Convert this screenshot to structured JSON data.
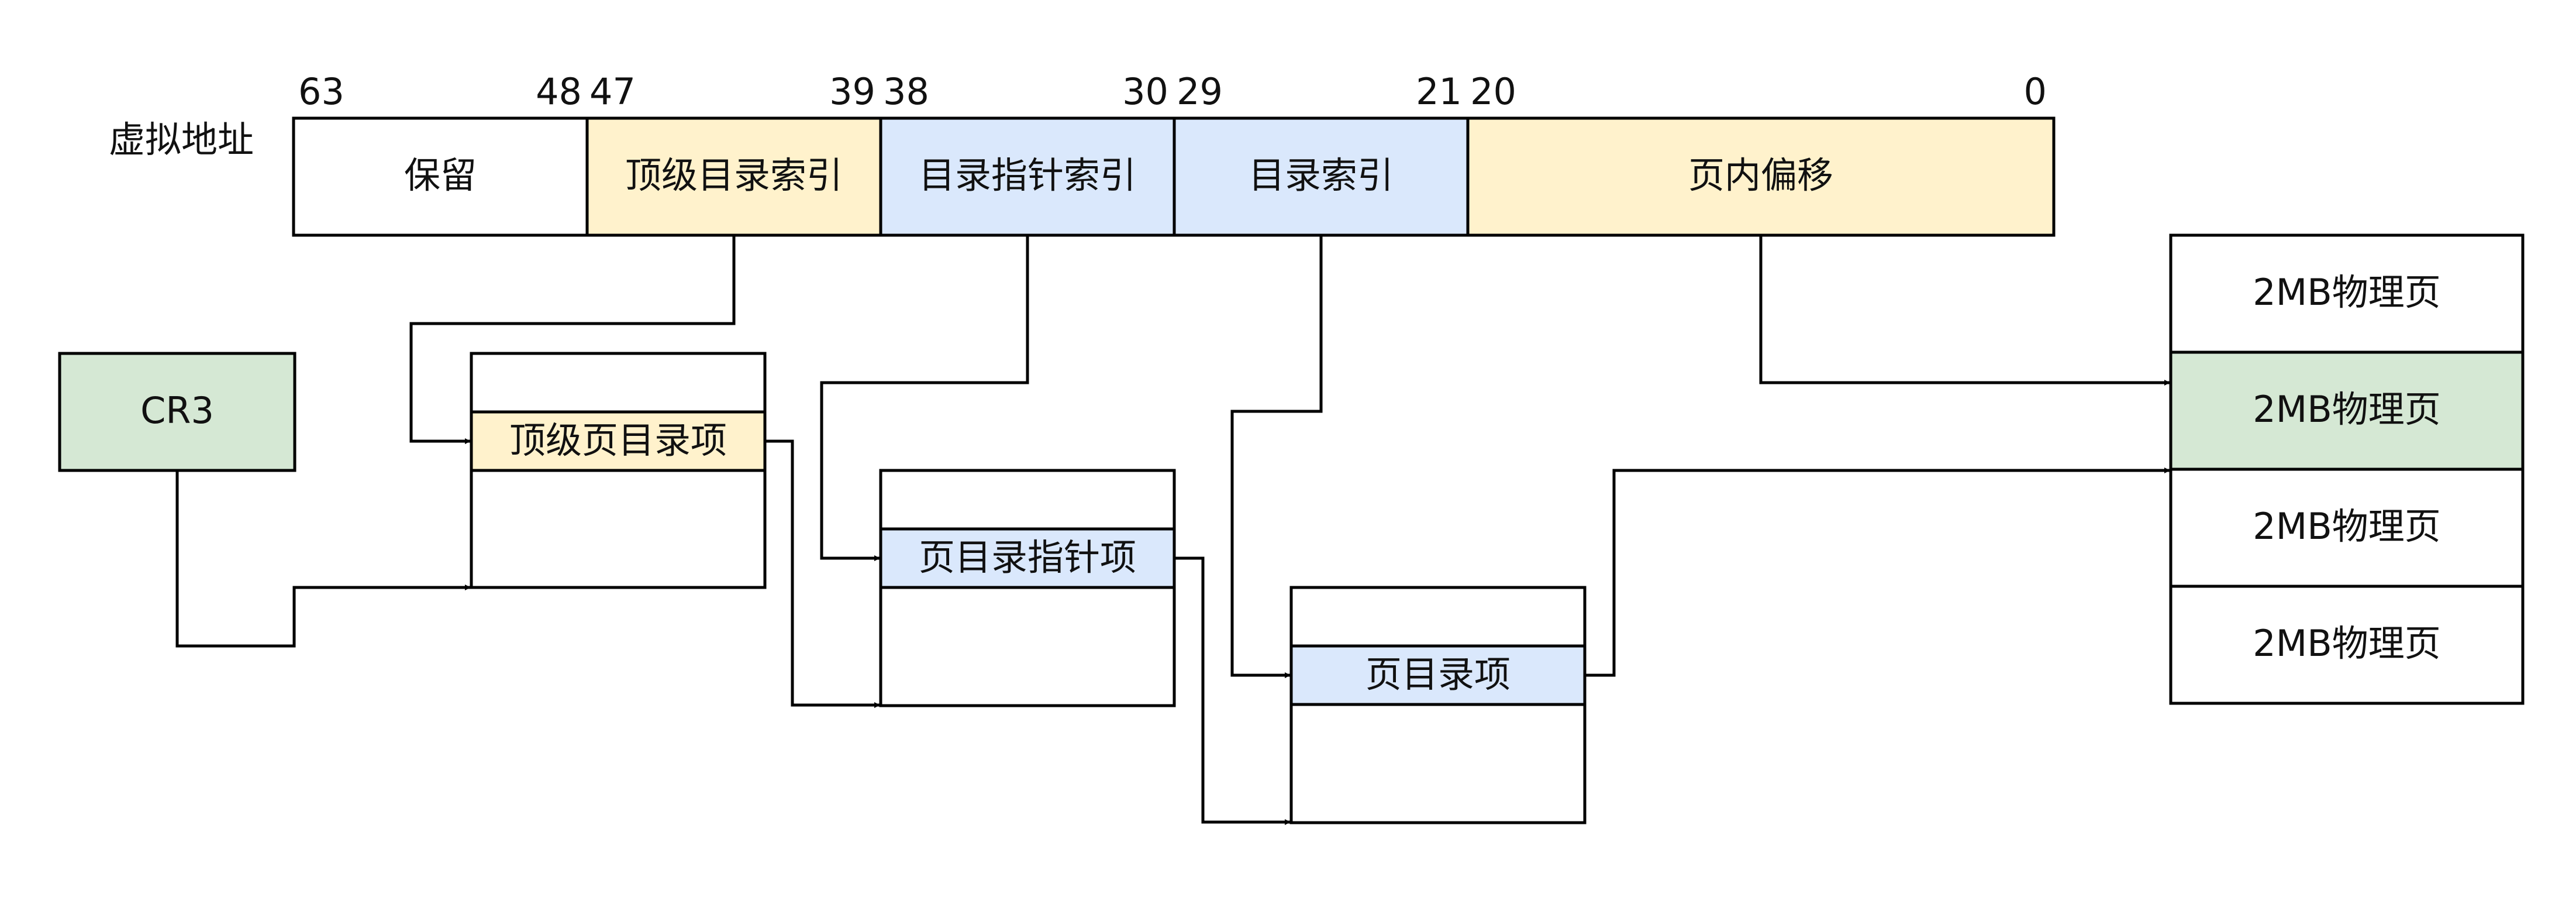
{
  "colors": {
    "white": "#ffffff",
    "yellow": "#fff2cc",
    "blue": "#dae8fc",
    "green": "#d5e8d4",
    "line": "#000000"
  },
  "virtual_address": {
    "label": "虚拟地址",
    "bits": [
      "63",
      "48",
      "47",
      "39",
      "38",
      "30",
      "29",
      "21",
      "20",
      "0"
    ],
    "fields": [
      {
        "label": "保留"
      },
      {
        "label": "顶级目录索引"
      },
      {
        "label": "目录指针索引"
      },
      {
        "label": "目录索引"
      },
      {
        "label": "页内偏移"
      }
    ]
  },
  "cr3": {
    "label": "CR3"
  },
  "tables": {
    "pml4": {
      "entry": "顶级页目录项"
    },
    "pdpt": {
      "entry": "页目录指针项"
    },
    "pd": {
      "entry": "页目录项"
    }
  },
  "physical_pages": [
    {
      "label": "2MB物理页"
    },
    {
      "label": "2MB物理页"
    },
    {
      "label": "2MB物理页"
    },
    {
      "label": "2MB物理页"
    }
  ]
}
